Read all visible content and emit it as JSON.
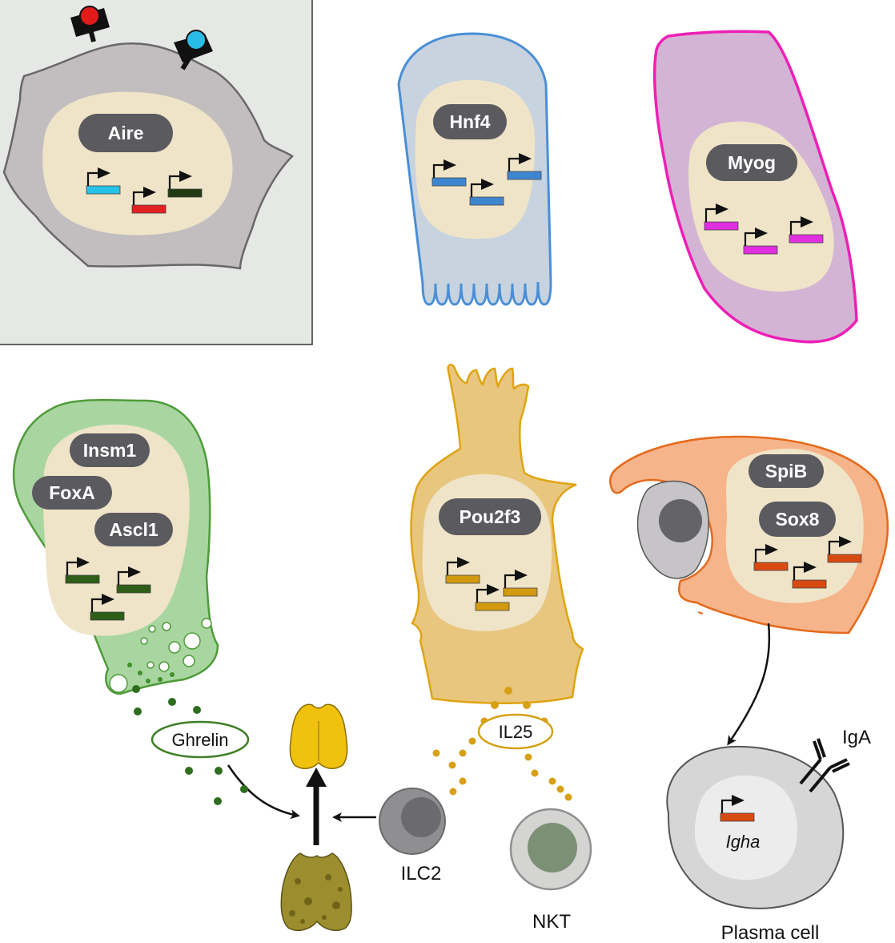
{
  "factors": {
    "aire": "Aire",
    "hnf4": "Hnf4",
    "myog": "Myog",
    "insm1": "Insm1",
    "foxa": "FoxA",
    "ascl1": "Ascl1",
    "pou2f3": "Pou2f3",
    "spib": "SpiB",
    "sox8": "Sox8"
  },
  "signals": {
    "ghrelin": "Ghrelin",
    "il25": "IL25"
  },
  "labels": {
    "ilc2": "ILC2",
    "nkt": "NKT",
    "iga": "IgA",
    "igha": "Igha",
    "plasma_cell": "Plasma cell"
  },
  "colors": {
    "mtec_cell": "#c2bec0",
    "mtec_panel": "#e6e8e6",
    "nucleus": "#efe4c8",
    "pill": "#5b5a5e",
    "enterocyte": "#c8d3e0",
    "enterocyte_outline": "#4a8fd6",
    "gene_blue": "#3f86d1",
    "myocyte": "#d4b4d4",
    "myocyte_outline": "#ee1fb6",
    "gene_magenta": "#e12ee0",
    "neuroendocrine": "#a9d6a0",
    "neuroendocrine_outline": "#4f9b3a",
    "gene_green": "#2e5d17",
    "tuft": "#e8c67e",
    "tuft_outline": "#dfa413",
    "gene_gold": "#d39a10",
    "mcell": "#f6b48a",
    "mcell_outline": "#e56a1c",
    "gene_orange": "#d94a10",
    "gene_red": "#e42121",
    "gene_cyan": "#27c2e8",
    "gene_darkgreen": "#1f3b12",
    "receptor_red": "#e11a1a",
    "receptor_cyan": "#28bce6",
    "thymus_yellow": "#f0c10d",
    "thymus_olive": "#9c8e2e"
  }
}
